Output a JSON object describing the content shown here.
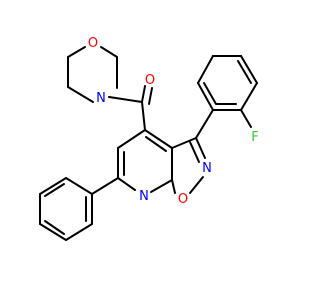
{
  "molecule": {
    "atom_labels": {
      "oxygen_morpholine": "O",
      "nitrogen_morpholine": "N",
      "oxygen_carbonyl": "O",
      "fluorine": "F",
      "nitrogen_isoxazole": "N",
      "oxygen_isoxazole": "O",
      "nitrogen_pyridine": "N"
    },
    "colors": {
      "bond": "#000000",
      "oxygen": "#ff0000",
      "nitrogen": "#0000ff",
      "fluorine": "#32cd32"
    }
  }
}
